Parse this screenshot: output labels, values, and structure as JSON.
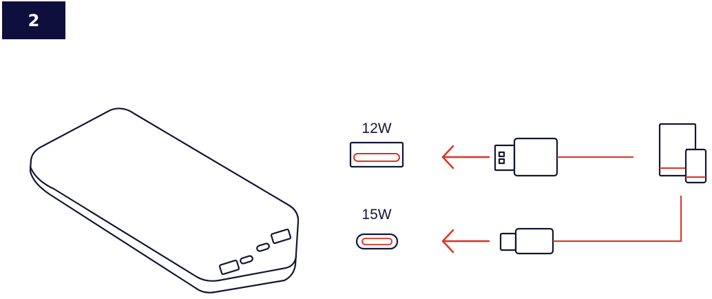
{
  "step": {
    "number": "2"
  },
  "ports": [
    {
      "id": "usb-a",
      "label": "12W"
    },
    {
      "id": "usb-c",
      "label": "15W"
    }
  ],
  "colors": {
    "outline": "#141433",
    "accent": "#e0301e",
    "badge": "#0f0f3d"
  }
}
